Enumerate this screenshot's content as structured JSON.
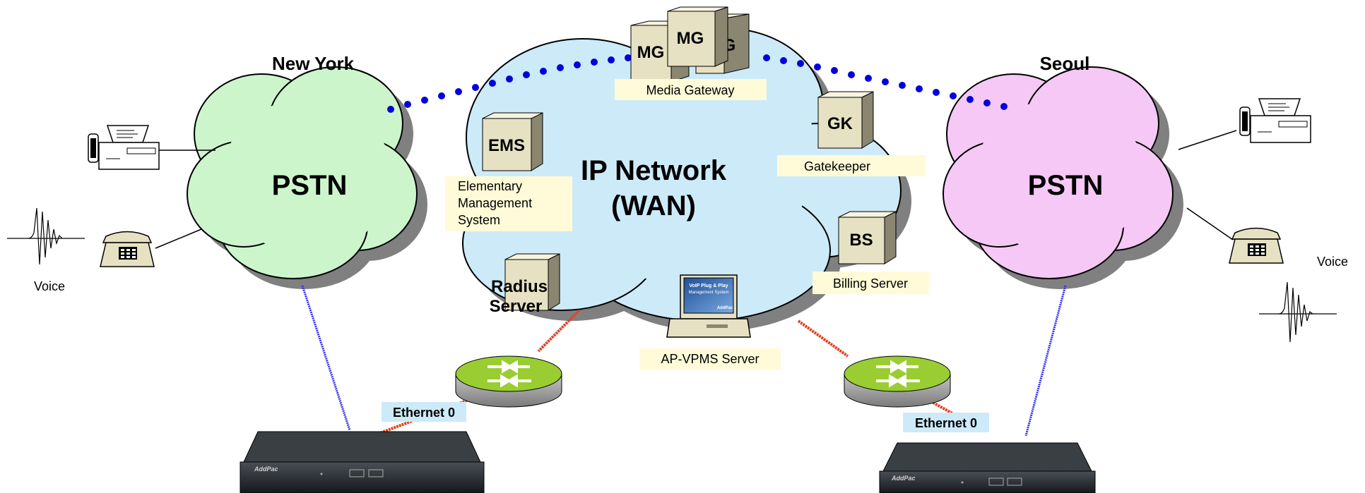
{
  "left_site": {
    "city": "New York",
    "network_label": "PSTN",
    "voice_label": "Voice",
    "ethernet_label": "Ethernet 0",
    "gateway_brand": "AddPac",
    "cloud_color": "#ccf5cc"
  },
  "right_site": {
    "city": "Seoul",
    "network_label": "PSTN",
    "voice_label": "Voice",
    "ethernet_label": "Ethernet 0",
    "gateway_brand": "AddPac",
    "cloud_color": "#f5c8f5"
  },
  "core": {
    "title_line1": "IP Network",
    "title_line2": "(WAN)",
    "cloud_color": "#cdeaf8"
  },
  "servers": {
    "mg_a": "MG",
    "mg_b": "MG",
    "mg_c": "G",
    "mg_caption": "Media Gateway",
    "gk": "GK",
    "gk_caption": "Gatekeeper",
    "ems": "EMS",
    "ems_caption_1": "Elementary",
    "ems_caption_2": "Management",
    "ems_caption_3": "System",
    "bs": "BS",
    "bs_caption": "Billing Server",
    "radius_1": "Radius",
    "radius_2": "Server",
    "vpms_caption": "AP-VPMS Server",
    "vpms_screen_1": "VoIP Plug & Play",
    "vpms_screen_2": "Management System",
    "vpms_screen_3": "AddPac"
  },
  "colors": {
    "dotted_link": "#0000dd",
    "serial_link": "#3333ee",
    "ethernet_link": "#dd4422",
    "router_top": "#9acd32",
    "caption_bg": "#fffbd8",
    "server_face": "#e6e1c2"
  }
}
